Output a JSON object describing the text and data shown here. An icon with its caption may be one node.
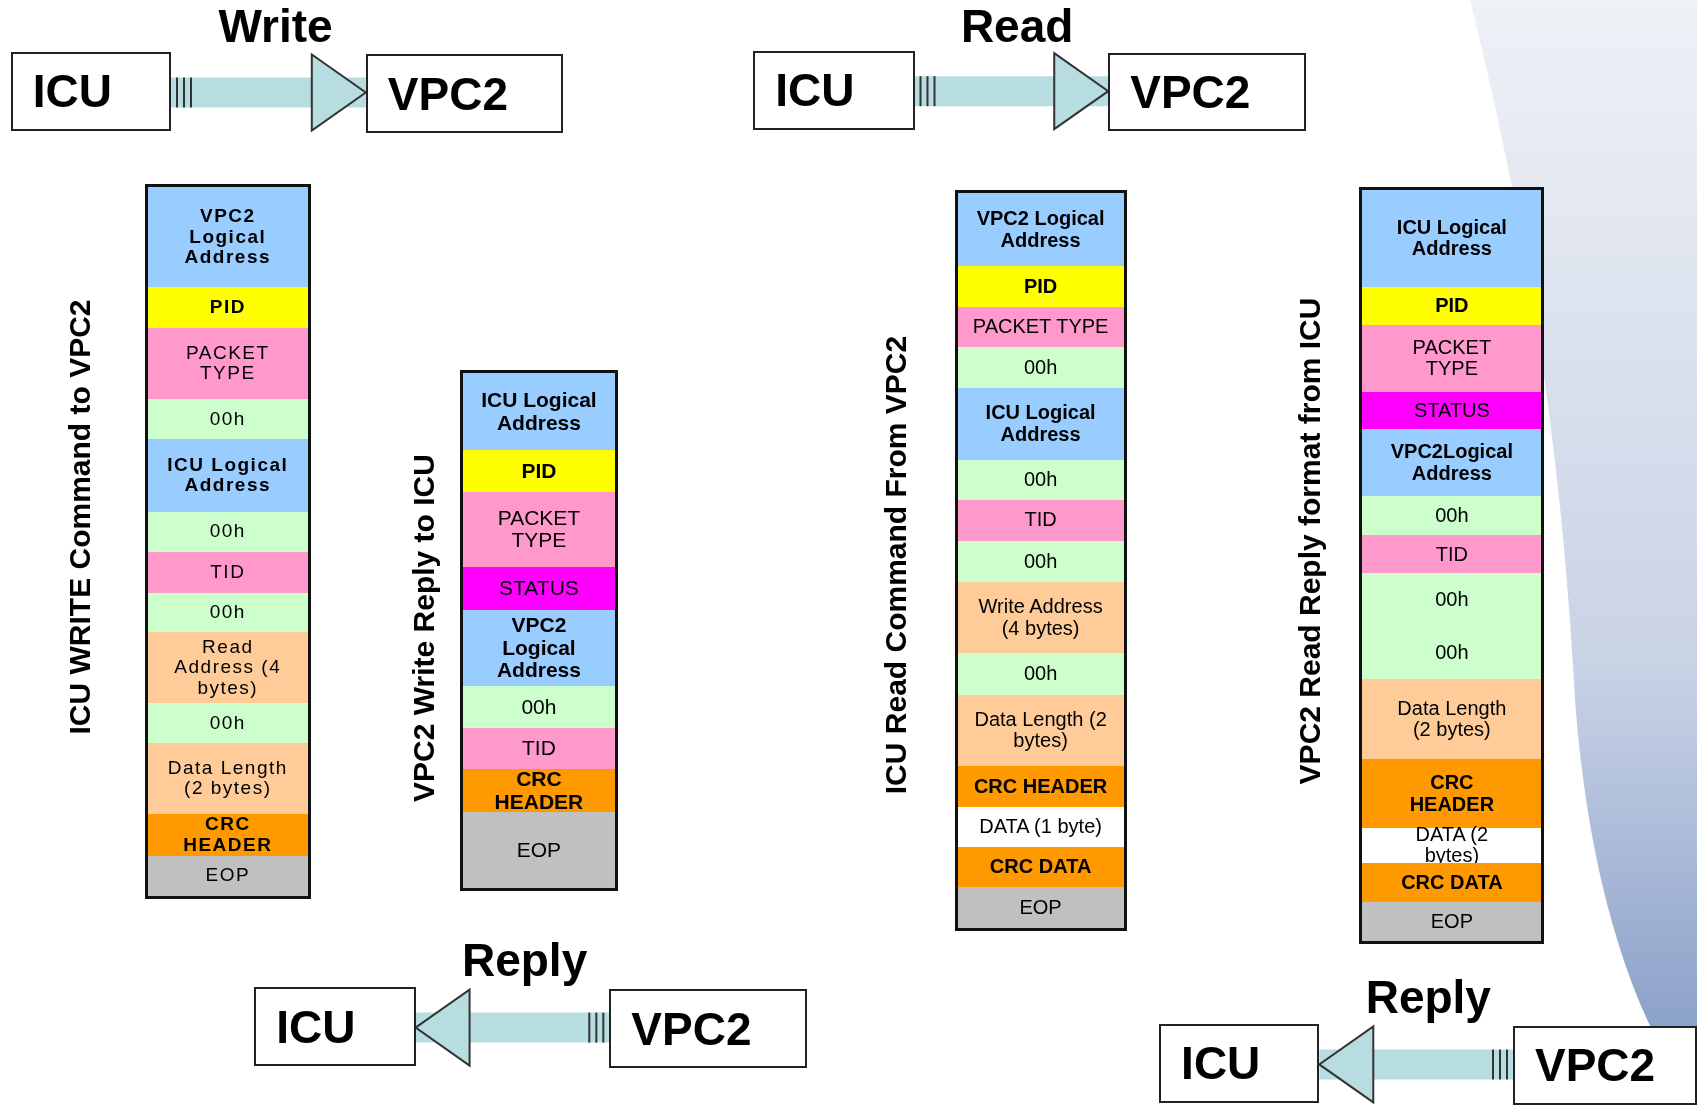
{
  "diagram": {
    "nodes": [
      {
        "text": [
          "ICU"
        ]
      },
      {
        "text": [
          "VPC2"
        ]
      },
      {
        "text": [
          "ICU"
        ]
      },
      {
        "text": [
          "VPC2"
        ]
      },
      {
        "text": [],
        "shape": "box",
        "beside": [
          "ICU WRITE Command to VPC2"
        ]
      },
      {
        "text": [
          "VPC2 Logical Address"
        ],
        "in": 4
      },
      {
        "text": [
          "PID"
        ],
        "in": 4
      },
      {
        "text": [
          "PACKET TYPE"
        ],
        "in": 4
      },
      {
        "text": [
          "00h"
        ],
        "in": 4
      },
      {
        "text": [
          "ICU Logical Address"
        ],
        "in": 4
      },
      {
        "text": [
          "00h"
        ],
        "in": 4
      },
      {
        "text": [
          "TID"
        ],
        "in": 4
      },
      {
        "text": [
          "00h"
        ],
        "in": 4
      },
      {
        "text": [
          "Read Address (4 bytes)"
        ],
        "in": 4
      },
      {
        "text": [
          "00h"
        ],
        "in": 4
      },
      {
        "text": [
          "Data Length (2 bytes)"
        ],
        "in": 4
      },
      {
        "text": [
          "CRC HEADER"
        ],
        "in": 4
      },
      {
        "text": [
          "EOP"
        ],
        "in": 4
      },
      {
        "text": [],
        "shape": "box",
        "beside": [
          "VPC2 Write Reply to ICU"
        ]
      },
      {
        "text": [
          "ICU Logical Address"
        ],
        "in": 18
      },
      {
        "text": [
          "PID"
        ],
        "in": 18
      },
      {
        "text": [
          "PACKET TYPE"
        ],
        "in": 18
      },
      {
        "text": [
          "STATUS"
        ],
        "in": 18
      },
      {
        "text": [
          "VPC2 Logical Address"
        ],
        "in": 18
      },
      {
        "text": [
          "00h"
        ],
        "in": 18
      },
      {
        "text": [
          "TID"
        ],
        "in": 18
      },
      {
        "text": [
          "CRC HEADER"
        ],
        "in": 18
      },
      {
        "text": [
          "EOP"
        ],
        "in": 18
      },
      {
        "text": [],
        "shape": "box",
        "beside": [
          "ICU Read Command From VPC2"
        ]
      },
      {
        "text": [
          "VPC2 Logical Address"
        ],
        "in": 28
      },
      {
        "text": [
          "PID"
        ],
        "in": 28
      },
      {
        "text": [
          "PACKET TYPE"
        ],
        "in": 28
      },
      {
        "text": [
          "00h"
        ],
        "in": 28
      },
      {
        "text": [
          "ICU Logical Address"
        ],
        "in": 28
      },
      {
        "text": [
          "00h"
        ],
        "in": 28
      },
      {
        "text": [
          "TID"
        ],
        "in": 28
      },
      {
        "text": [
          "00h"
        ],
        "in": 28
      },
      {
        "text": [
          "Write Address (4 bytes)"
        ],
        "in": 28
      },
      {
        "text": [
          "00h"
        ],
        "in": 28
      },
      {
        "text": [
          "Data Length (2 bytes)"
        ],
        "in": 28
      },
      {
        "text": [
          "CRC HEADER"
        ],
        "in": 28
      },
      {
        "text": [
          "DATA (1 byte)"
        ],
        "in": 28
      },
      {
        "text": [
          "CRC DATA"
        ],
        "in": 28
      },
      {
        "text": [
          "EOP"
        ],
        "in": 28
      },
      {
        "text": [],
        "shape": "box",
        "beside": [
          "VPC2 Read Reply format from ICU"
        ]
      },
      {
        "text": [
          "ICU Logical Address"
        ],
        "in": 44
      },
      {
        "text": [
          "PID"
        ],
        "in": 44
      },
      {
        "text": [
          "PACKET TYPE"
        ],
        "in": 44
      },
      {
        "text": [
          "STATUS"
        ],
        "in": 44
      },
      {
        "text": [
          "VPC2Logical Address"
        ],
        "in": 44
      },
      {
        "text": [
          "00h"
        ],
        "in": 44
      },
      {
        "text": [
          "TID"
        ],
        "in": 44
      },
      {
        "text": [
          "00h",
          "00h"
        ],
        "in": 44
      },
      {
        "text": [
          "Data Length (2 bytes)"
        ],
        "in": 44
      },
      {
        "text": [
          "CRC HEADER"
        ],
        "in": 44
      },
      {
        "text": [
          "DATA (2 bytes)"
        ],
        "in": 44
      },
      {
        "text": [
          "CRC DATA"
        ],
        "in": 44
      },
      {
        "text": [
          "EOP"
        ],
        "in": 44
      },
      {
        "text": [
          "ICU"
        ]
      },
      {
        "text": [
          "VPC2"
        ]
      },
      {
        "text": [
          "ICU"
        ]
      },
      {
        "text": [
          "VPC2"
        ]
      }
    ],
    "edges": [
      {
        "from": 0,
        "to": 1,
        "arrow": "to",
        "label": "Write"
      },
      {
        "from": 2,
        "to": 3,
        "arrow": "to",
        "label": "Read"
      },
      {
        "from": 59,
        "to": 58,
        "arrow": "to",
        "label": "Reply"
      },
      {
        "from": 61,
        "to": 60,
        "arrow": "to",
        "label": "Reply"
      }
    ]
  }
}
